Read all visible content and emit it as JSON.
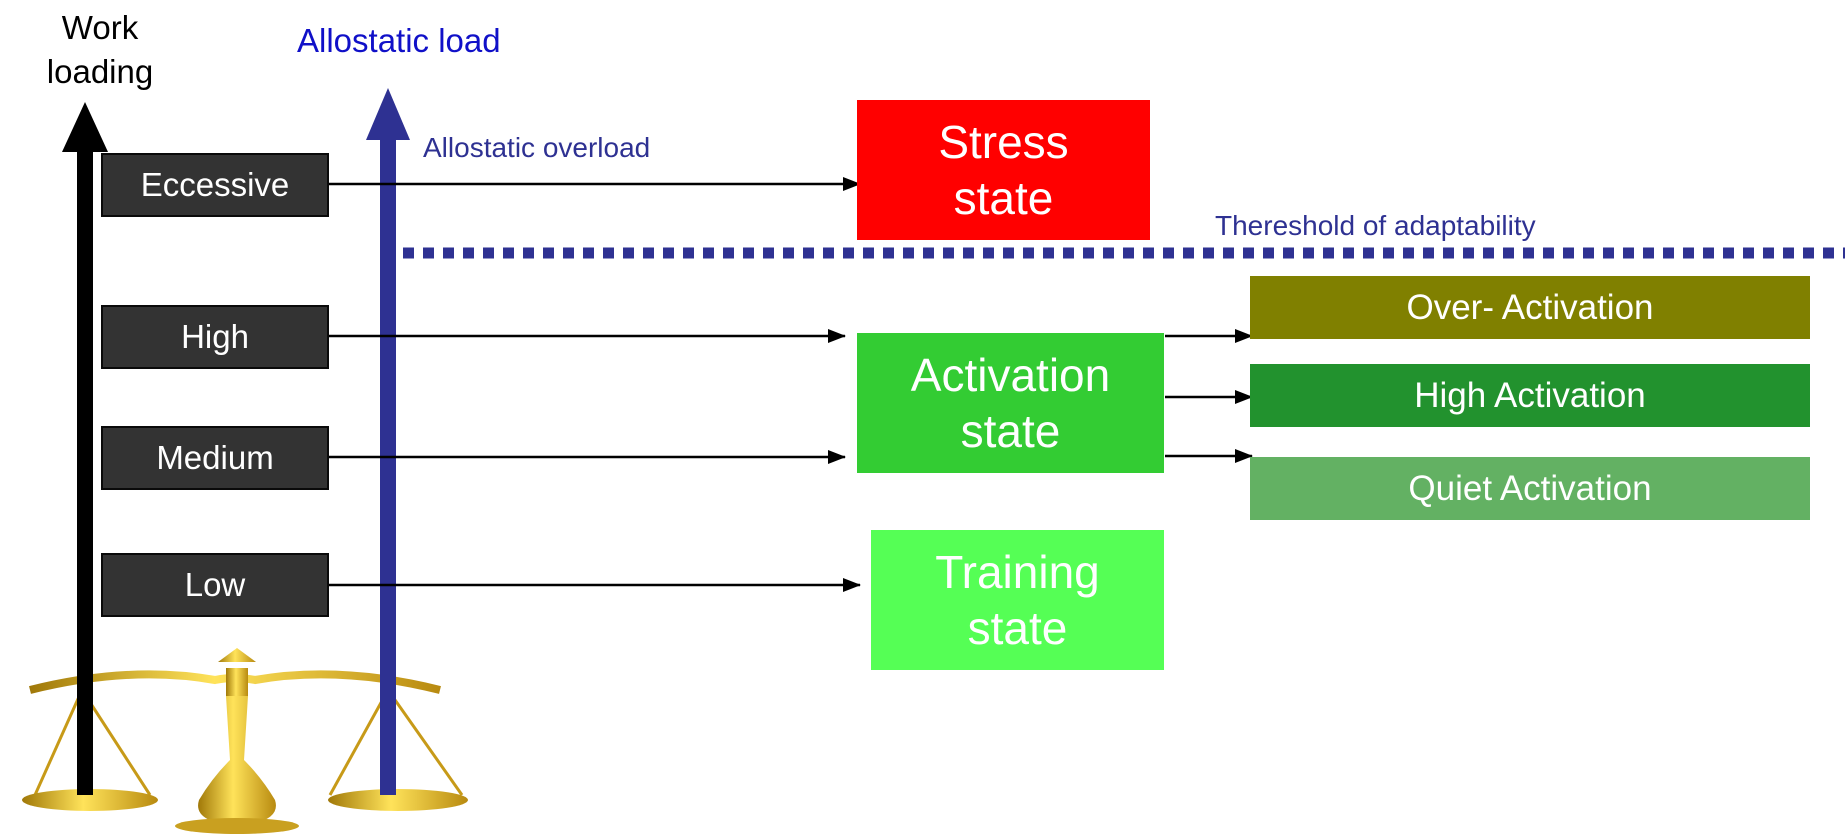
{
  "axes": {
    "work_loading": [
      "Work",
      "loading"
    ],
    "allostatic_load": "Allostatic load"
  },
  "labels": {
    "allostatic_overload": "Allostatic overload",
    "threshold": "Thereshold of adaptability"
  },
  "levels": {
    "eccessive": "Eccessive",
    "high": "High",
    "medium": "Medium",
    "low": "Low"
  },
  "states": {
    "stress": [
      "Stress",
      "state"
    ],
    "activation": [
      "Activation",
      "state"
    ],
    "training": [
      "Training",
      "state"
    ]
  },
  "activation_levels": {
    "over": "Over- Activation",
    "high": "High Activation",
    "quiet": "Quiet Activation"
  },
  "colors": {
    "allostatic_blue": "#2e3192",
    "allostatic_title": "#1010c8",
    "level_box": "#333333",
    "stress": "#ff0000",
    "activation": "#33cc33",
    "training": "#55ff55",
    "over_activation": "#808000",
    "high_activation": "#22922e",
    "quiet_activation": "#63b163",
    "scale_gold": "#d9b21a"
  },
  "icons": [
    "balance-scale-icon"
  ]
}
